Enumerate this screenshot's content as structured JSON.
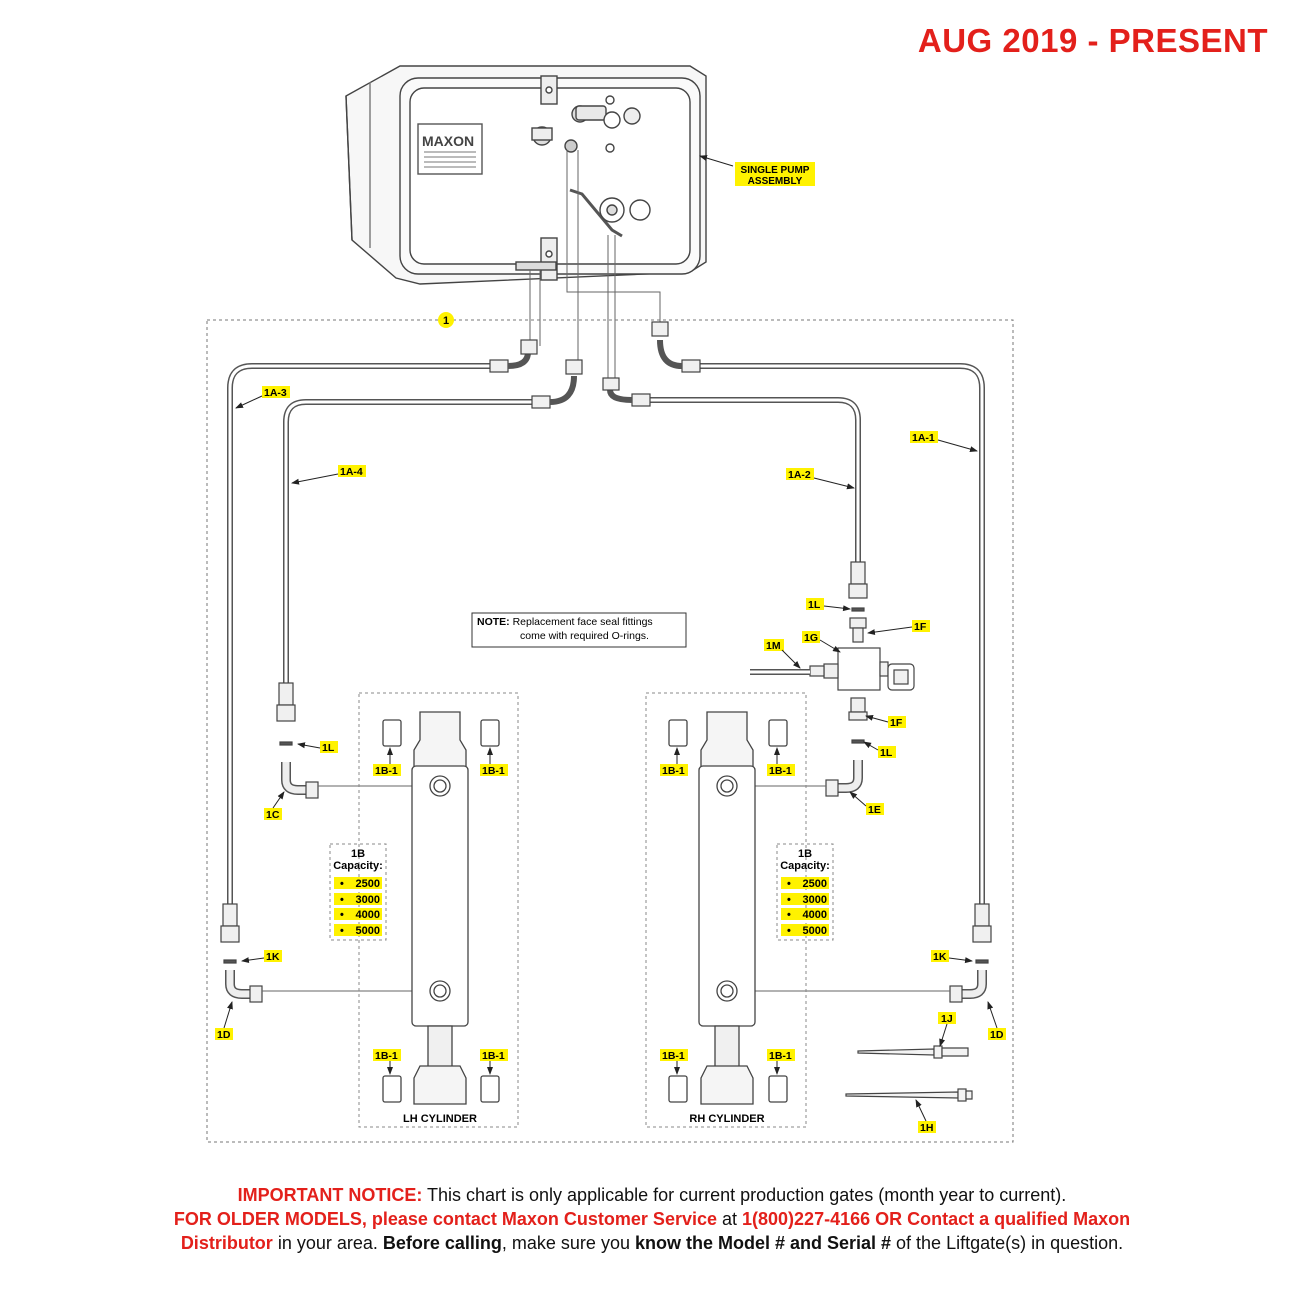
{
  "header": {
    "title": "AUG 2019 - PRESENT"
  },
  "diagram": {
    "pump_assembly_label_line1": "SINGLE PUMP",
    "pump_assembly_label_line2": "ASSEMBLY",
    "brand": "MAXON",
    "group_callout": "1",
    "note_bold": "NOTE:",
    "note_line1": " Replacement face seal fittings",
    "note_line2": "come with required O-rings.",
    "lh_cylinder": "LH CYLINDER",
    "rh_cylinder": "RH CYLINDER",
    "capacity_title": "1B",
    "capacity_label": "Capacity:",
    "capacities": [
      "2500",
      "3000",
      "4000",
      "5000"
    ],
    "callouts": {
      "1A-1": "1A-1",
      "1A-2": "1A-2",
      "1A-3": "1A-3",
      "1A-4": "1A-4",
      "1B-1": "1B-1",
      "1C": "1C",
      "1D": "1D",
      "1E": "1E",
      "1F": "1F",
      "1G": "1G",
      "1H": "1H",
      "1J": "1J",
      "1K": "1K",
      "1L": "1L",
      "1M": "1M"
    }
  },
  "notice": {
    "p1_label": "IMPORTANT NOTICE:",
    "p1_text": " This chart is only applicable for current production gates (month year to current).",
    "p2_label": "FOR OLDER MODELS, please contact Maxon Customer Service",
    "p2_at": " at ",
    "p2_phone": "1(800)227-4166 OR Contact a qualified Maxon",
    "p3_dist": "Distributor",
    "p3_area": " in your area. ",
    "p3_before": "Before calling",
    "p3_make": ", make sure you ",
    "p3_know": "know the Model # and Serial #",
    "p3_end": " of the Liftgate(s) in question."
  },
  "colors": {
    "header_red": "#e3201b",
    "highlight_yellow": "#fff200",
    "line": "#333333"
  }
}
